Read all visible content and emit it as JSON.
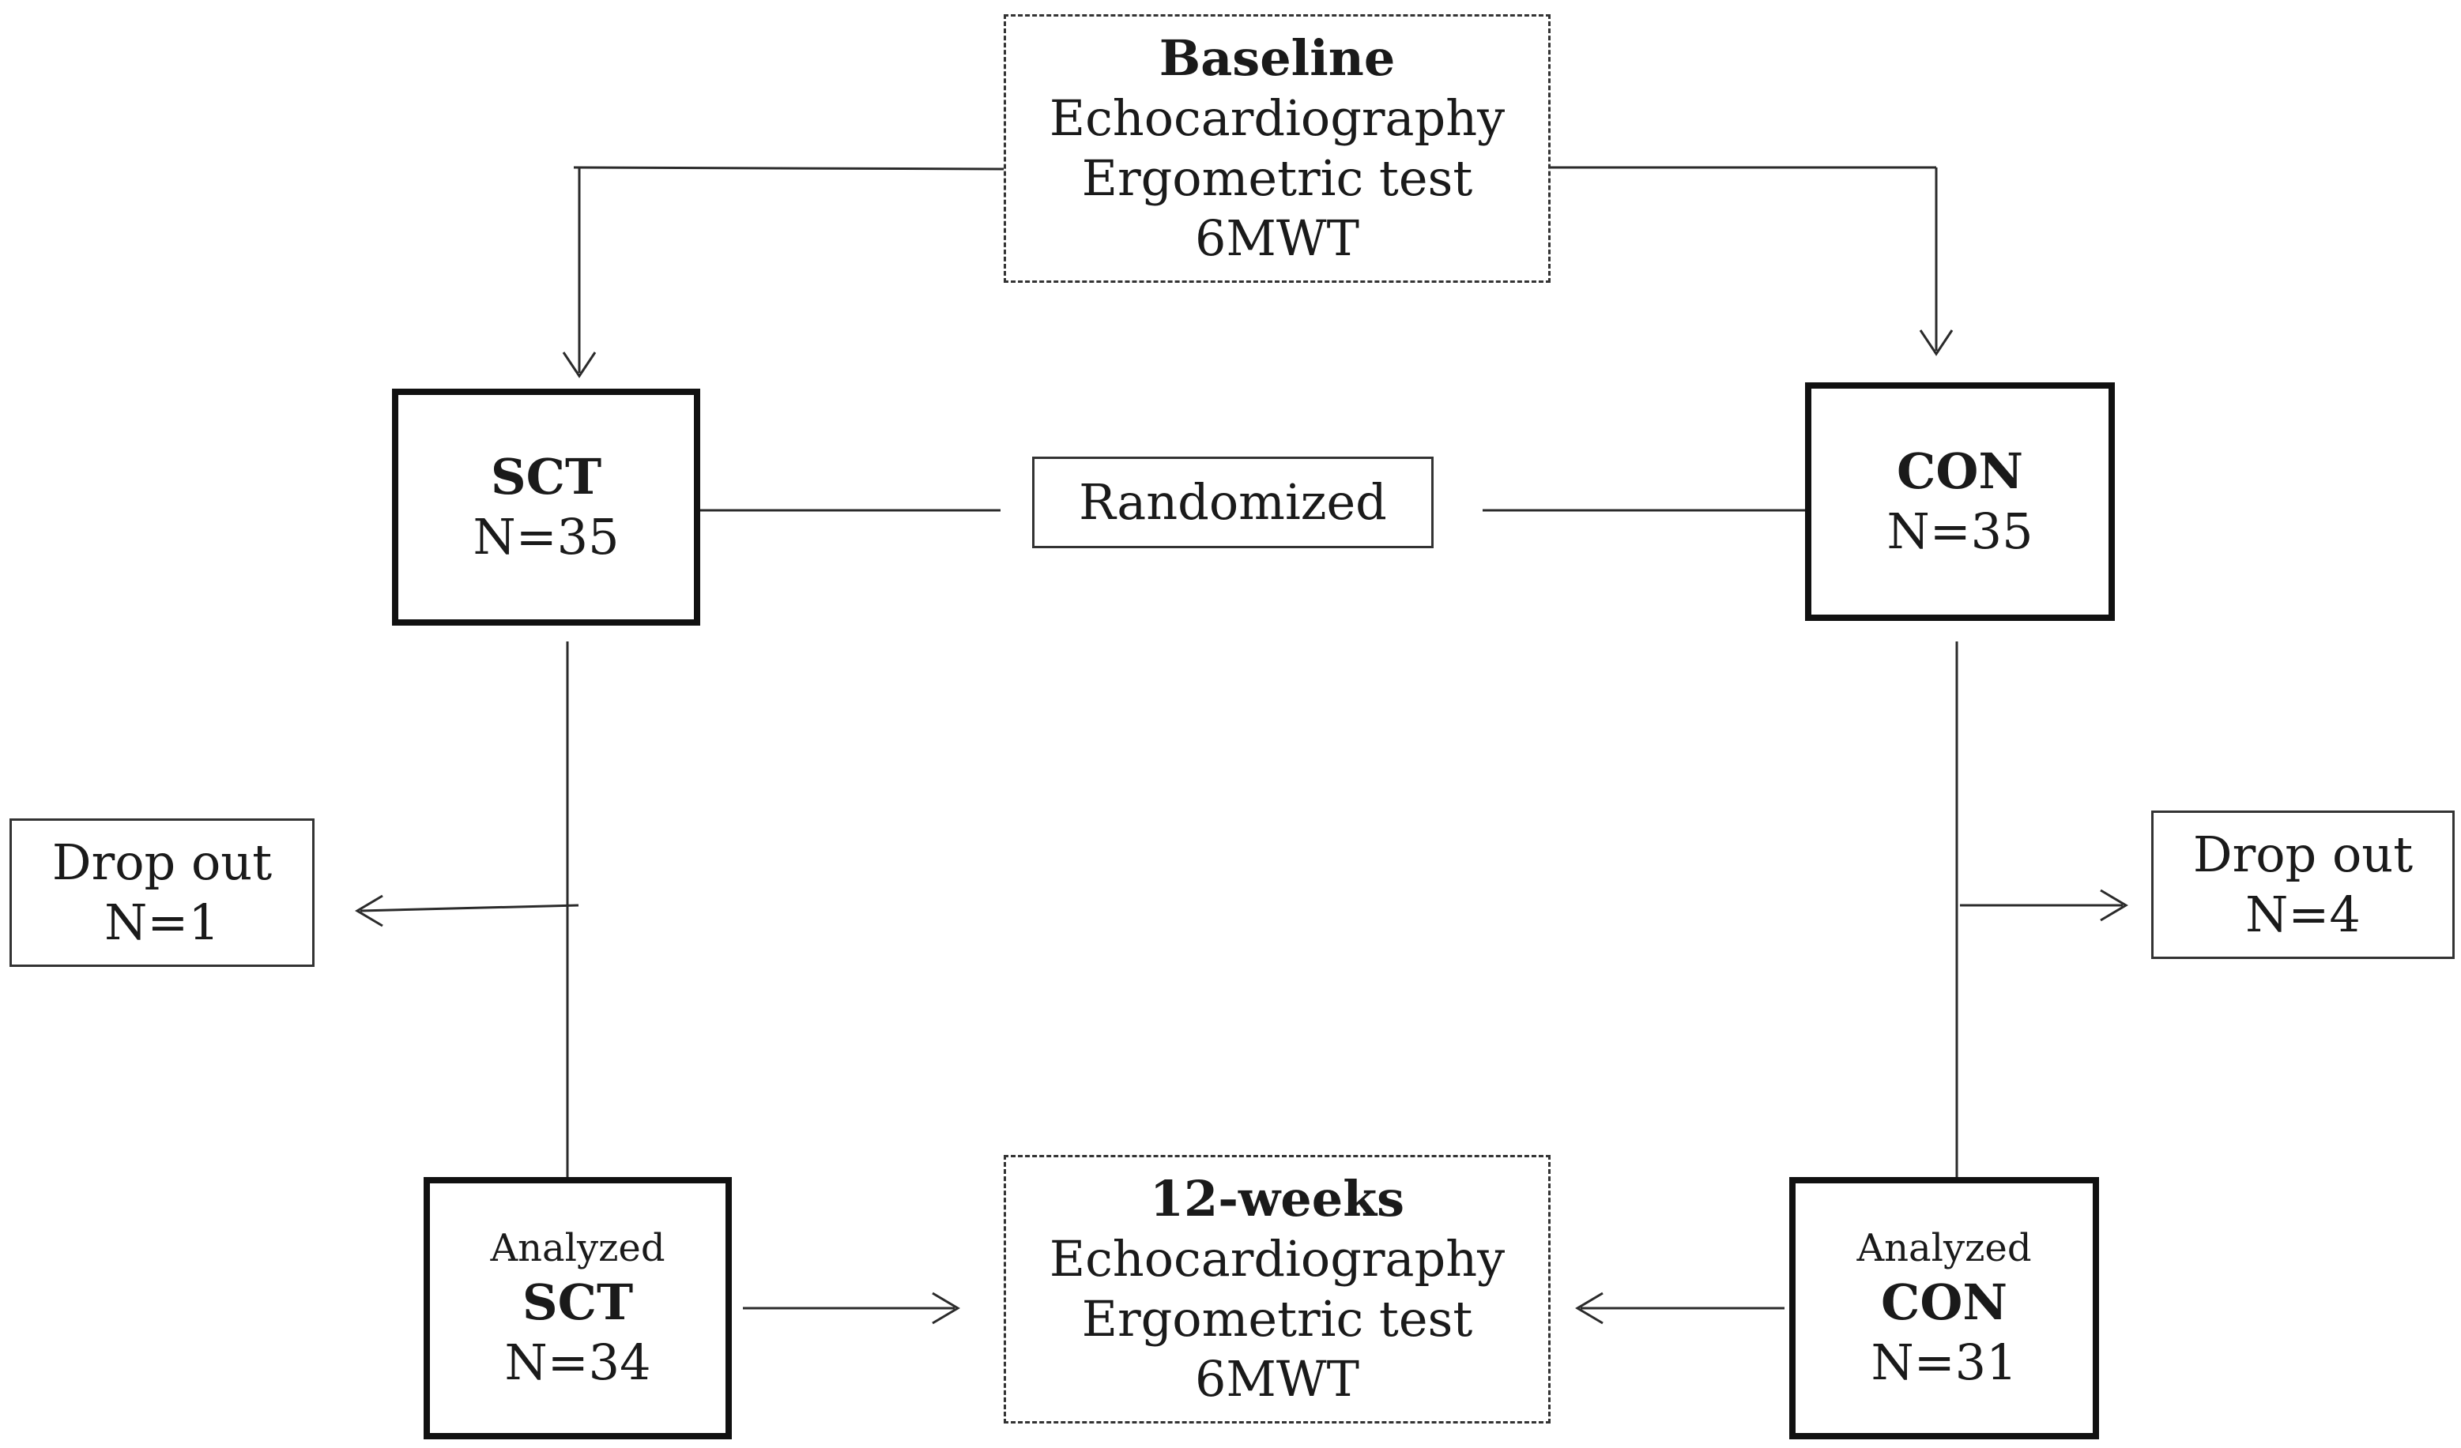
{
  "baseline": {
    "title": "Baseline",
    "lines": [
      "Echocardiography",
      "Ergometric test",
      "6MWT"
    ]
  },
  "randomized": {
    "label": "Randomized"
  },
  "sct_group": {
    "name": "SCT",
    "n": "N=35"
  },
  "con_group": {
    "name": "CON",
    "n": "N=35"
  },
  "dropout_sct": {
    "label": "Drop out",
    "n": "N=1"
  },
  "dropout_con": {
    "label": "Drop out",
    "n": "N=4"
  },
  "analyzed_sct": {
    "caption": "Analyzed",
    "name": "SCT",
    "n": "N=34"
  },
  "analyzed_con": {
    "caption": "Analyzed",
    "name": "CON",
    "n": "N=31"
  },
  "followup": {
    "title": "12-weeks",
    "lines": [
      "Echocardiography",
      "Ergometric test",
      "6MWT"
    ]
  }
}
